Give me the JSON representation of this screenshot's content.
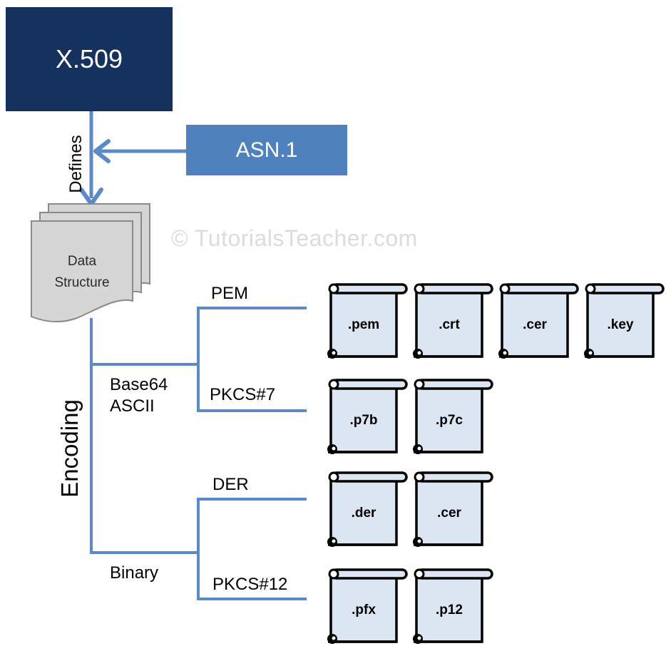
{
  "nodes": {
    "x509": "X.509",
    "asn1": "ASN.1",
    "data_structure_line1": "Data",
    "data_structure_line2": "Structure"
  },
  "labels": {
    "defines": "Defines",
    "encoding": "Encoding",
    "base64_line1": "Base64",
    "base64_line2": "ASCII",
    "binary": "Binary",
    "pem": "PEM",
    "pkcs7": "PKCS#7",
    "der": "DER",
    "pkcs12": "PKCS#12"
  },
  "files": {
    "pem_group": [
      ".pem",
      ".crt",
      ".cer",
      ".key"
    ],
    "pkcs7_group": [
      ".p7b",
      ".p7c"
    ],
    "der_group": [
      ".der",
      ".cer"
    ],
    "pkcs12_group": [
      ".pfx",
      ".p12"
    ]
  },
  "watermark": "© TutorialsTeacher.com",
  "colors": {
    "x509_fill": "#15325f",
    "asn1_fill": "#4f81bd",
    "connector": "#5b8bc6",
    "file_fill": "#dce6f2",
    "doc_fill": "#d6d6d6"
  }
}
